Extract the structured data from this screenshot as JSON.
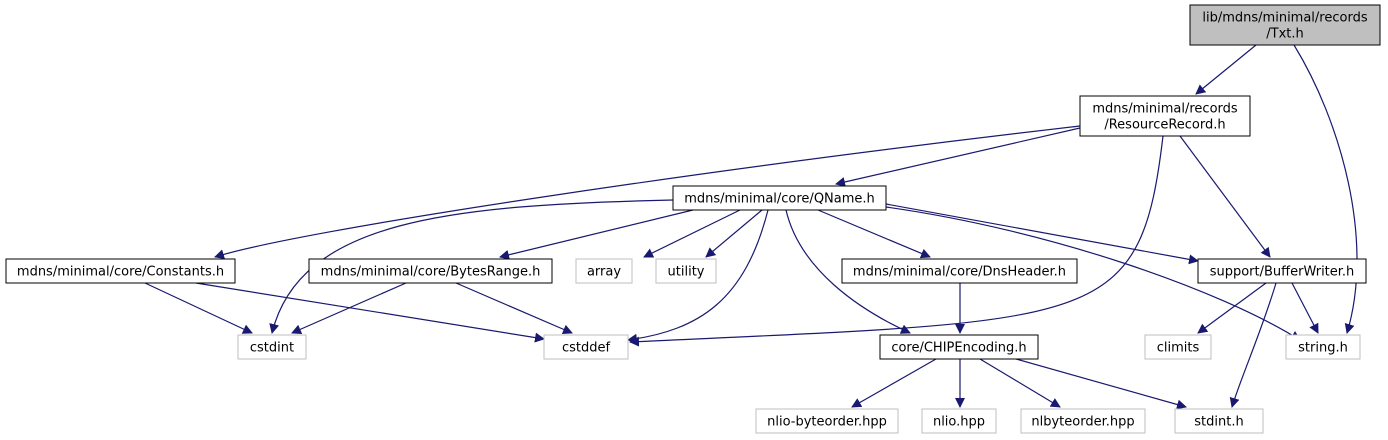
{
  "graph": {
    "colors": {
      "edge": "#191970",
      "root_fill": "#bfbfbf",
      "node_fill": "#ffffff",
      "strong_border": "#000000",
      "weak_border": "#bfbfbf",
      "text": "#000000"
    },
    "nodes": [
      {
        "id": "txt",
        "lines": [
          "lib/mdns/minimal/records",
          "/Txt.h"
        ],
        "style": "root"
      },
      {
        "id": "resourcerecord",
        "lines": [
          "mdns/minimal/records",
          "/ResourceRecord.h"
        ],
        "style": "strong"
      },
      {
        "id": "qname",
        "lines": [
          "mdns/minimal/core/QName.h"
        ],
        "style": "strong"
      },
      {
        "id": "constants",
        "lines": [
          "mdns/minimal/core/Constants.h"
        ],
        "style": "strong"
      },
      {
        "id": "bytesrange",
        "lines": [
          "mdns/minimal/core/BytesRange.h"
        ],
        "style": "strong"
      },
      {
        "id": "array",
        "lines": [
          "array"
        ],
        "style": "weak"
      },
      {
        "id": "utility",
        "lines": [
          "utility"
        ],
        "style": "weak"
      },
      {
        "id": "dnsheader",
        "lines": [
          "mdns/minimal/core/DnsHeader.h"
        ],
        "style": "strong"
      },
      {
        "id": "bufferwriter",
        "lines": [
          "support/BufferWriter.h"
        ],
        "style": "strong"
      },
      {
        "id": "cstdint",
        "lines": [
          "cstdint"
        ],
        "style": "weak"
      },
      {
        "id": "cstddef",
        "lines": [
          "cstddef"
        ],
        "style": "weak"
      },
      {
        "id": "chipencoding",
        "lines": [
          "core/CHIPEncoding.h"
        ],
        "style": "strong"
      },
      {
        "id": "climits",
        "lines": [
          "climits"
        ],
        "style": "weak"
      },
      {
        "id": "string",
        "lines": [
          "string.h"
        ],
        "style": "weak"
      },
      {
        "id": "nlio_byteorder",
        "lines": [
          "nlio-byteorder.hpp"
        ],
        "style": "weak"
      },
      {
        "id": "nlio",
        "lines": [
          "nlio.hpp"
        ],
        "style": "weak"
      },
      {
        "id": "nlbyteorder",
        "lines": [
          "nlbyteorder.hpp"
        ],
        "style": "weak"
      },
      {
        "id": "stdint",
        "lines": [
          "stdint.h"
        ],
        "style": "weak"
      }
    ],
    "edges": [
      {
        "from": "txt",
        "to": "resourcerecord"
      },
      {
        "from": "txt",
        "to": "string"
      },
      {
        "from": "resourcerecord",
        "to": "qname"
      },
      {
        "from": "resourcerecord",
        "to": "constants"
      },
      {
        "from": "resourcerecord",
        "to": "cstddef"
      },
      {
        "from": "resourcerecord",
        "to": "bufferwriter"
      },
      {
        "from": "qname",
        "to": "cstdint"
      },
      {
        "from": "qname",
        "to": "bytesrange"
      },
      {
        "from": "qname",
        "to": "array"
      },
      {
        "from": "qname",
        "to": "utility"
      },
      {
        "from": "qname",
        "to": "cstddef"
      },
      {
        "from": "qname",
        "to": "chipencoding"
      },
      {
        "from": "qname",
        "to": "dnsheader"
      },
      {
        "from": "qname",
        "to": "bufferwriter"
      },
      {
        "from": "qname",
        "to": "string"
      },
      {
        "from": "constants",
        "to": "cstdint"
      },
      {
        "from": "constants",
        "to": "cstddef"
      },
      {
        "from": "bytesrange",
        "to": "cstdint"
      },
      {
        "from": "bytesrange",
        "to": "cstddef"
      },
      {
        "from": "dnsheader",
        "to": "chipencoding"
      },
      {
        "from": "bufferwriter",
        "to": "climits"
      },
      {
        "from": "bufferwriter",
        "to": "string"
      },
      {
        "from": "bufferwriter",
        "to": "stdint"
      },
      {
        "from": "chipencoding",
        "to": "nlio_byteorder"
      },
      {
        "from": "chipencoding",
        "to": "nlio"
      },
      {
        "from": "chipencoding",
        "to": "nlbyteorder"
      },
      {
        "from": "chipencoding",
        "to": "stdint"
      }
    ]
  }
}
